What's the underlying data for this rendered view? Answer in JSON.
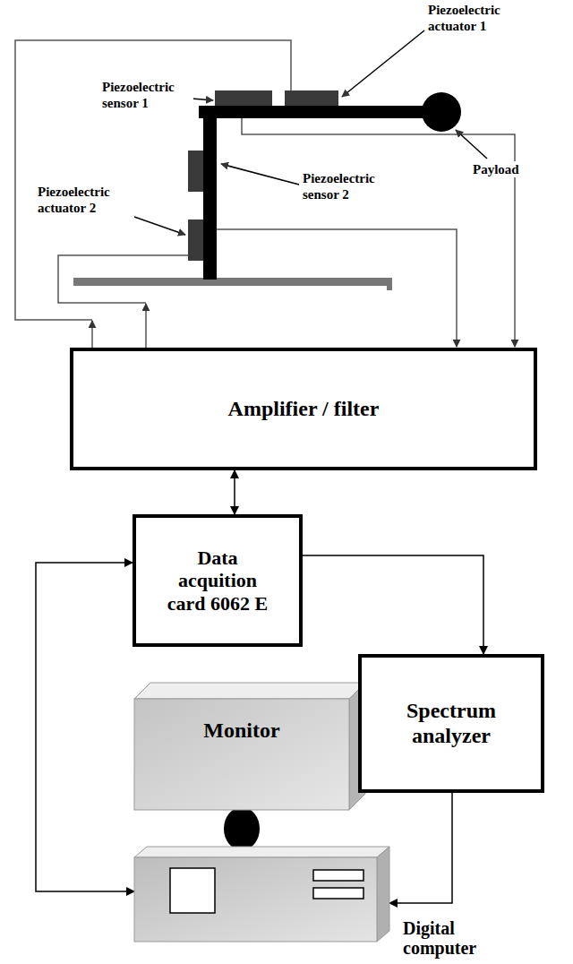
{
  "diagram": {
    "nodes": [
      {
        "text": [
          "Amplifier / filter"
        ]
      },
      {
        "text": [
          "Data acquition card 6062 E"
        ]
      },
      {
        "text": [
          "Monitor"
        ]
      },
      {
        "text": [
          "Spectrum analyzer"
        ]
      },
      {
        "text": [
          "Digital computer"
        ]
      }
    ],
    "edges": [
      {
        "from": 0,
        "to": 1,
        "arrow": "both"
      },
      {
        "from": 1,
        "to": 3,
        "arrow": "to"
      },
      {
        "from": 3,
        "to": 4,
        "arrow": "to"
      },
      {
        "from": 1,
        "to": 4,
        "arrow": "both"
      }
    ],
    "labels": [
      "Piezoelectric actuator 1",
      "Piezoelectric sensor 1",
      "Piezoelectric actuator 2",
      "Piezoelectric sensor 2",
      "Payload"
    ]
  }
}
